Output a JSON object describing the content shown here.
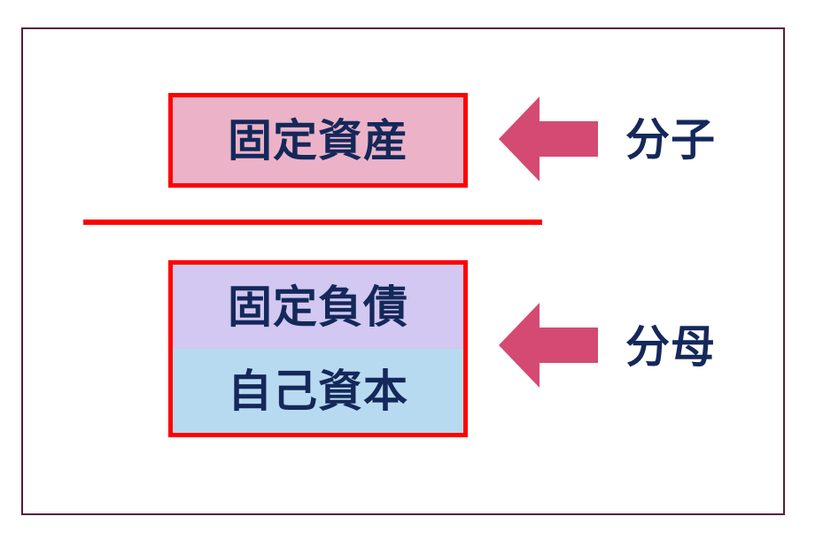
{
  "diagram": {
    "numerator": {
      "term": "固定資産",
      "label": "分子"
    },
    "denominator": {
      "terms": [
        "固定負債",
        "自己資本"
      ],
      "label": "分母"
    },
    "colors": {
      "frame_border": "#5b1a3a",
      "box_border": "#ff0000",
      "fraction_line": "#ff0000",
      "numerator_fill": "#ecb3c8",
      "liability_fill": "#d2c8f2",
      "equity_fill": "#b8daf0",
      "arrow": "#d44a73",
      "text": "#14285a"
    },
    "icons": [
      "arrow-left-icon"
    ]
  }
}
